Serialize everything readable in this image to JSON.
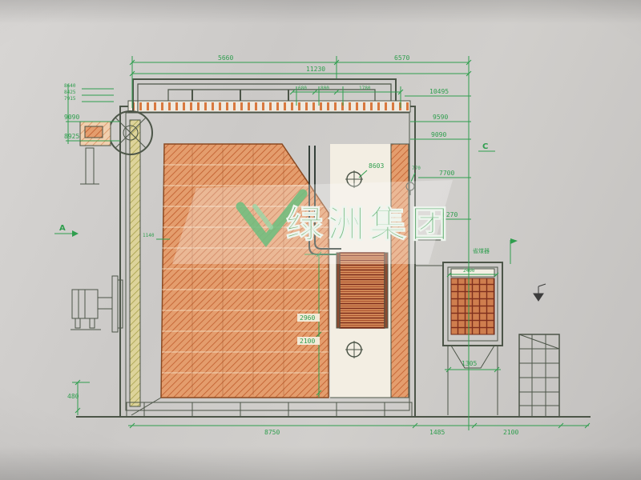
{
  "meta": {
    "subject": "boiler side-elevation technical drawing photograph"
  },
  "watermark": {
    "text": "绿洲集团"
  },
  "labels": {
    "a": "A",
    "c": "C"
  },
  "annotations": {
    "economizer": "省煤器",
    "econ_dim": "2400"
  },
  "dims": {
    "top_5660": "5660",
    "top_6570": "6570",
    "top_11230": "11230",
    "top_680": "680",
    "top_800": "800",
    "top_1780": "1780",
    "right_10495": "10495",
    "right_9590": "9590",
    "right_9090": "9090",
    "right_7700": "7700",
    "right_6270": "6270",
    "left_8640": "8640",
    "left_8425": "8425",
    "left_7915": "7915",
    "left_9090": "9090",
    "left_8925": "8925",
    "inner_8603": "8603",
    "inner_770": "770",
    "inner_1140": "1140",
    "inner_2960": "2960",
    "inner_2100": "2100",
    "left_480": "480",
    "right_1305": "1305",
    "bottom_8750": "8750",
    "bottom_1485": "1485",
    "bottom_2100": "2100"
  },
  "colors": {
    "dimension_green": "#2f9e4e",
    "structure_line": "#4c5548",
    "hatch_orange": "#cf6f3c",
    "paper": "#cbc9c7"
  }
}
